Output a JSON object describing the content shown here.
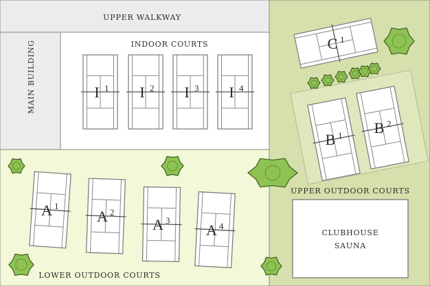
{
  "areas": {
    "upper_walkway": "UPPER WALKWAY",
    "main_building": "MAIN BUILDING",
    "indoor_courts": "INDOOR COURTS",
    "upper_outdoor_courts": "UPPER OUTDOOR COURTS",
    "lower_outdoor_courts": "LOWER OUTDOOR COURTS",
    "clubhouse_line1": "CLUBHOUSE",
    "clubhouse_line2": "SAUNA"
  },
  "courts": [
    {
      "letter": "I",
      "num": "1"
    },
    {
      "letter": "I",
      "num": "2"
    },
    {
      "letter": "I",
      "num": "3"
    },
    {
      "letter": "I",
      "num": "4"
    },
    {
      "letter": "C",
      "num": "1"
    },
    {
      "letter": "B",
      "num": "1"
    },
    {
      "letter": "B",
      "num": "2"
    },
    {
      "letter": "A",
      "num": "1"
    },
    {
      "letter": "A",
      "num": "2"
    },
    {
      "letter": "A",
      "num": "3"
    },
    {
      "letter": "A",
      "num": "4"
    }
  ],
  "colors": {
    "walkway": "#ececec",
    "lower_zone": "#f2f8d8",
    "upper_zone": "#d6e0ac",
    "tree": "#8ec353",
    "tree_outline": "#3f5a1e"
  }
}
